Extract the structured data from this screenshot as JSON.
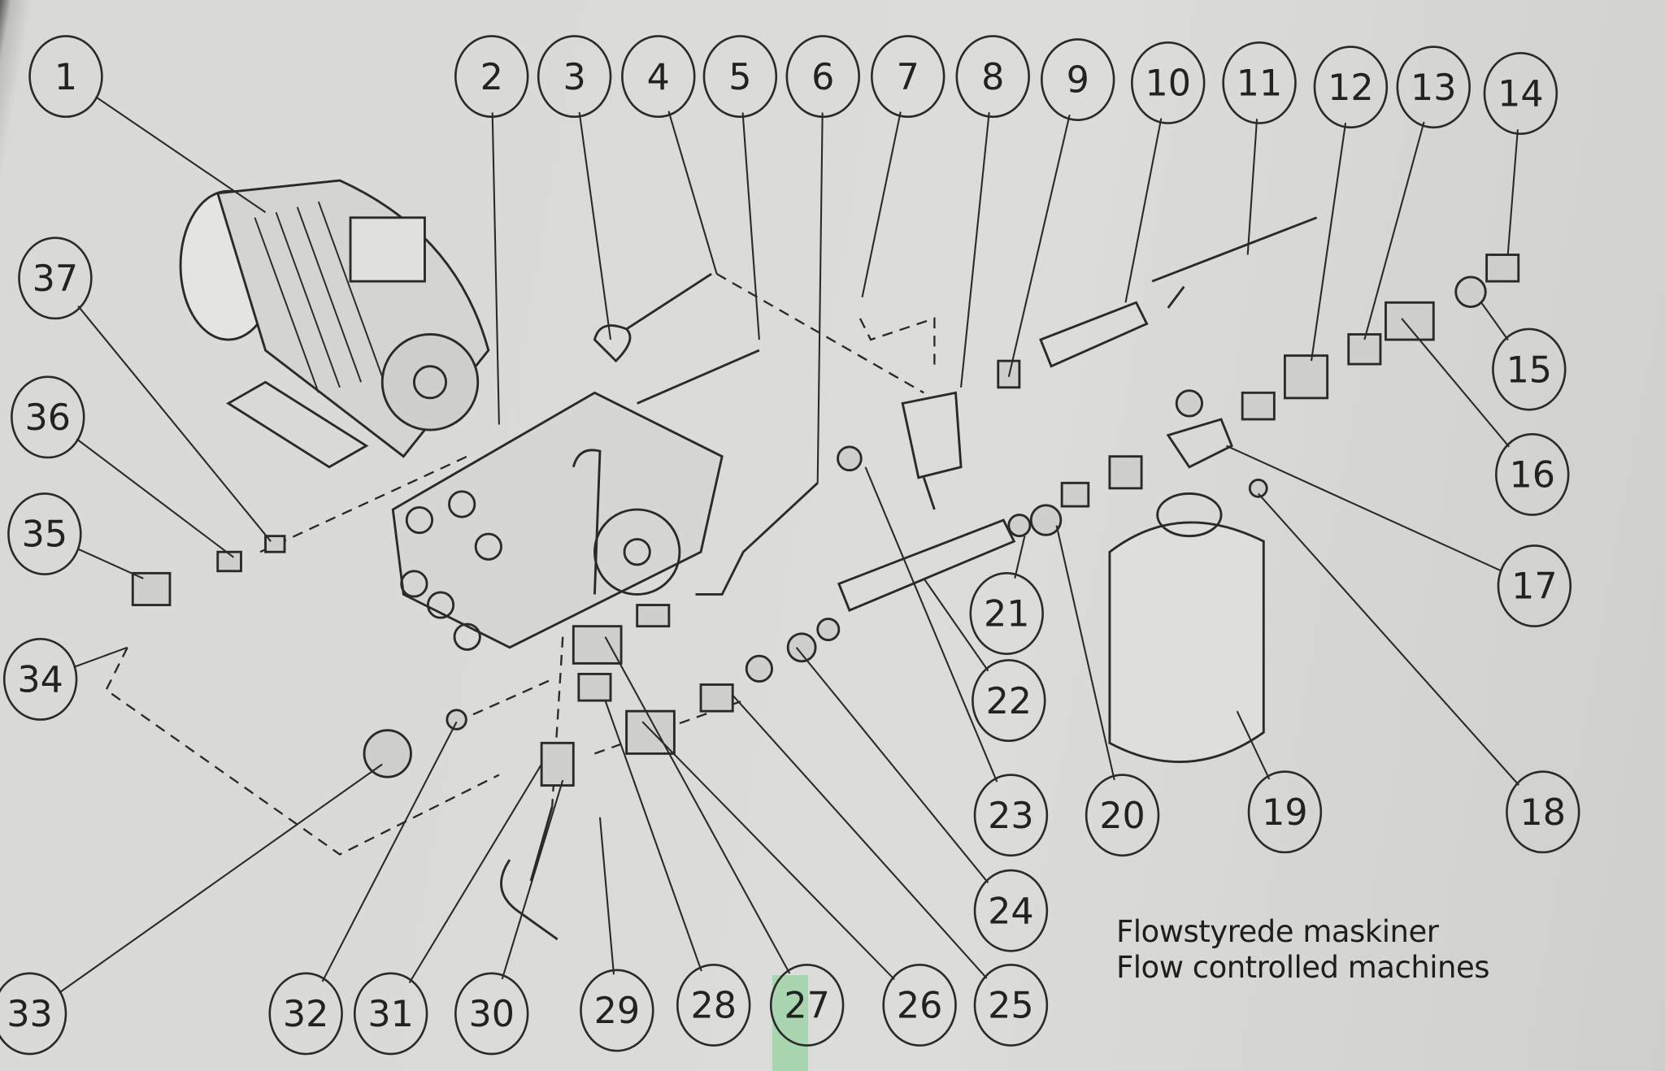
{
  "diagram": {
    "caption_line1": "Flowstyrede maskiner",
    "caption_line2": "Flow controlled machines",
    "callouts": [
      "1",
      "2",
      "3",
      "4",
      "5",
      "6",
      "7",
      "8",
      "9",
      "10",
      "11",
      "12",
      "13",
      "14",
      "15",
      "16",
      "17",
      "18",
      "19",
      "20",
      "21",
      "22",
      "23",
      "24",
      "25",
      "26",
      "27",
      "28",
      "29",
      "30",
      "31",
      "32",
      "33",
      "34",
      "35",
      "36",
      "37"
    ],
    "colors": {
      "paper": "#dcdcd8",
      "ink": "#222222"
    }
  }
}
